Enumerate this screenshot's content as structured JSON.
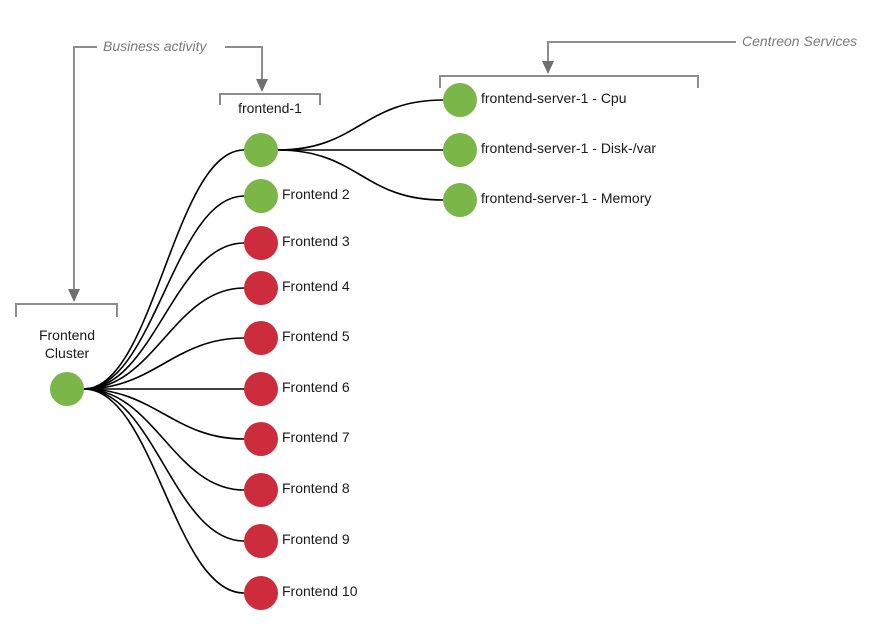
{
  "annotations": {
    "business_activity": "Business activity",
    "centreon_services": "Centreon Services"
  },
  "root": {
    "label_line1": "Frontend",
    "label_line2": "Cluster",
    "status": "ok"
  },
  "frontends": [
    {
      "label": "frontend-1",
      "status": "ok"
    },
    {
      "label": "Frontend 2",
      "status": "ok"
    },
    {
      "label": "Frontend 3",
      "status": "critical"
    },
    {
      "label": "Frontend 4",
      "status": "critical"
    },
    {
      "label": "Frontend 5",
      "status": "critical"
    },
    {
      "label": "Frontend 6",
      "status": "critical"
    },
    {
      "label": "Frontend 7",
      "status": "critical"
    },
    {
      "label": "Frontend 8",
      "status": "critical"
    },
    {
      "label": "Frontend 9",
      "status": "critical"
    },
    {
      "label": "Frontend 10",
      "status": "critical"
    }
  ],
  "services": [
    {
      "label": "frontend-server-1 - Cpu",
      "status": "ok"
    },
    {
      "label": "frontend-server-1 - Disk-/var",
      "status": "ok"
    },
    {
      "label": "frontend-server-1 - Memory",
      "status": "ok"
    }
  ],
  "colors": {
    "ok": "#7ab648",
    "critical": "#cc2c3c",
    "edge": "#000000",
    "annotation": "#8c8c8c"
  }
}
